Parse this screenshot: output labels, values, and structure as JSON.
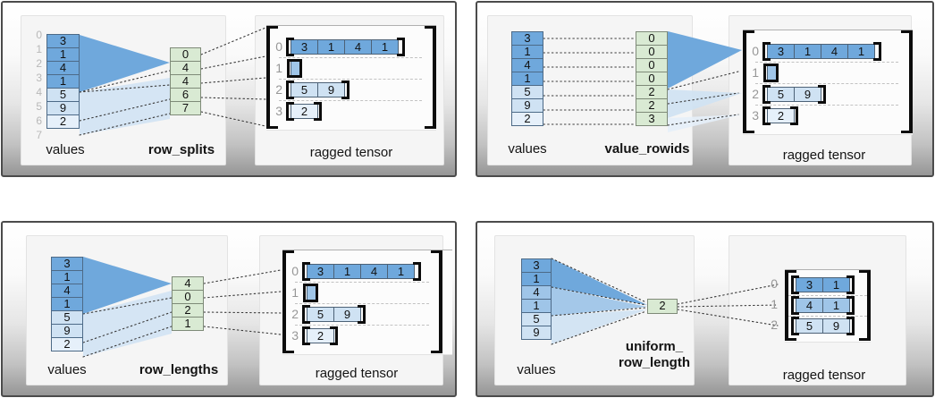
{
  "colors": {
    "dark_blue": "#6fa8dc",
    "medium_blue": "#9fc5e8",
    "light_blue": "#cfe2f3",
    "pale_blue": "#e6f0fa",
    "green": "#d9ead3"
  },
  "panels": [
    {
      "name": "row_splits",
      "values_label": "values",
      "param_label": "row_splits",
      "tensor_label": "ragged tensor",
      "values": [
        "3",
        "1",
        "4",
        "1",
        "5",
        "9",
        "2"
      ],
      "value_indices": [
        "0",
        "1",
        "2",
        "3",
        "4",
        "5",
        "6",
        "7"
      ],
      "param_cells": [
        "0",
        "4",
        "4",
        "6",
        "7"
      ],
      "tensor": {
        "row_labels": [
          "0",
          "1",
          "2",
          "3"
        ],
        "rows": [
          [
            "3",
            "1",
            "4",
            "1"
          ],
          [],
          [
            "5",
            "9"
          ],
          [
            "2"
          ]
        ]
      }
    },
    {
      "name": "value_rowids",
      "values_label": "values",
      "param_label": "value_rowids",
      "tensor_label": "ragged tensor",
      "values": [
        "3",
        "1",
        "4",
        "1",
        "5",
        "9",
        "2"
      ],
      "param_cells": [
        "0",
        "0",
        "0",
        "0",
        "2",
        "2",
        "3"
      ],
      "tensor": {
        "row_labels": [
          "0",
          "1",
          "2",
          "3"
        ],
        "rows": [
          [
            "3",
            "1",
            "4",
            "1"
          ],
          [],
          [
            "5",
            "9"
          ],
          [
            "2"
          ]
        ]
      }
    },
    {
      "name": "row_lengths",
      "values_label": "values",
      "param_label": "row_lengths",
      "tensor_label": "ragged tensor",
      "values": [
        "3",
        "1",
        "4",
        "1",
        "5",
        "9",
        "2"
      ],
      "param_cells": [
        "4",
        "0",
        "2",
        "1"
      ],
      "tensor": {
        "row_labels": [
          "0",
          "1",
          "2",
          "3"
        ],
        "rows": [
          [
            "3",
            "1",
            "4",
            "1"
          ],
          [],
          [
            "5",
            "9"
          ],
          [
            "2"
          ]
        ]
      }
    },
    {
      "name": "uniform_row_length",
      "values_label": "values",
      "param_label_line1": "uniform_",
      "param_label_line2": "row_length",
      "tensor_label": "ragged tensor",
      "values": [
        "3",
        "1",
        "4",
        "1",
        "5",
        "9"
      ],
      "param_cells": [
        "2"
      ],
      "tensor": {
        "row_labels": [
          "0",
          "1",
          "2"
        ],
        "rows": [
          [
            "3",
            "1"
          ],
          [
            "4",
            "1"
          ],
          [
            "5",
            "9"
          ]
        ]
      }
    }
  ]
}
